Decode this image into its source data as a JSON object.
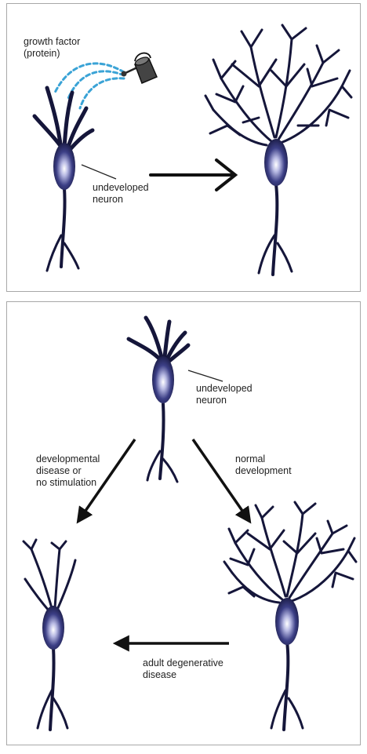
{
  "colors": {
    "neuron_dark": "#15163a",
    "neuron_mid": "#3c3f86",
    "neuron_highlight": "#ffffff",
    "growth_factor_drops": "#3aa3d6",
    "frame": "#a8a8a8"
  },
  "top_panel": {
    "growth_factor_label": "growth factor\n(protein)",
    "neuron_label": "undeveloped\nneuron",
    "icons": [
      "watering-can-icon",
      "right-arrow-icon"
    ]
  },
  "bottom_panel": {
    "neuron_label": "undeveloped\nneuron",
    "left_arrow_label": "developmental\ndisease or\nno stimulation",
    "right_arrow_label": "normal\ndevelopment",
    "bottom_arrow_label": "adult degenerative\ndisease"
  }
}
